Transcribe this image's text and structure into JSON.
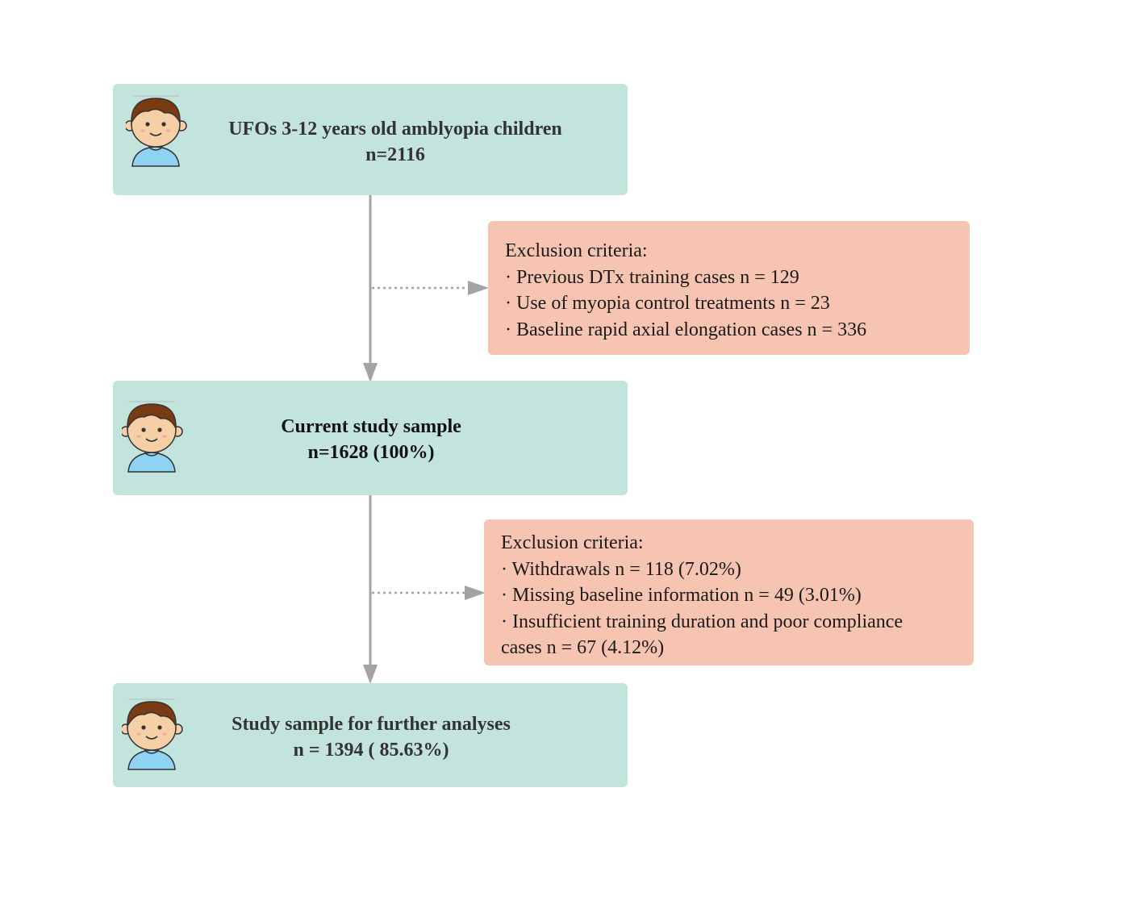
{
  "nodes": {
    "start": {
      "line1": "UFOs 3-12 years old amblyopia children",
      "line2": "n=2116"
    },
    "current": {
      "line1": "Current study sample",
      "line2": "n=1628 (100%)"
    },
    "final": {
      "line1": "Study sample for further analyses",
      "line2": "n = 1394 ( 85.63%)"
    }
  },
  "exclusions": [
    {
      "heading": "Exclusion criteria:",
      "items": [
        "· Previous DTx  training cases n = 129",
        "· Use of myopia control treatments n = 23",
        "· Baseline rapid axial elongation cases n = 336"
      ]
    },
    {
      "heading": "Exclusion criteria:",
      "items": [
        "· Withdrawals  n = 118 (7.02%)",
        "· Missing baseline information  n = 49 (3.01%)",
        "· Insufficient training duration and poor compliance",
        "cases n = 67 (4.12%)"
      ]
    }
  ],
  "colors": {
    "node_fill": "#c3e4dd",
    "exclusion_fill": "#f7c4b2",
    "arrow": "#a3a3a3"
  },
  "icons": {
    "avatar": "child-avatar-icon"
  }
}
